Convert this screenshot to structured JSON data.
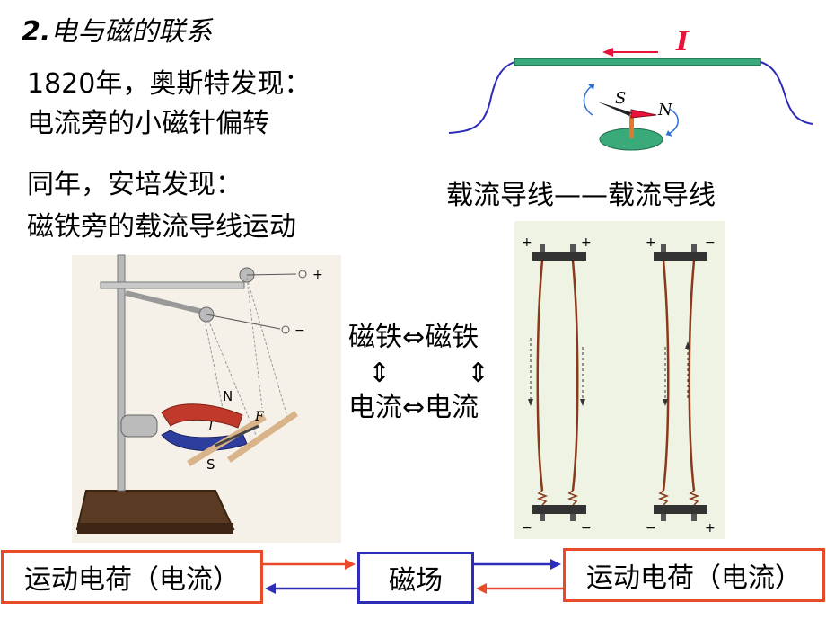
{
  "heading": {
    "number": "2.",
    "title": "电与磁的联系"
  },
  "oersted": {
    "line1": "1820年，奥斯特发现：",
    "line2": "电流旁的小磁针偏转"
  },
  "ampere": {
    "line1": "同年，安培发现：",
    "line2": "磁铁旁的载流导线运动"
  },
  "wire_caption": "载流导线——载流导线",
  "compass_figure": {
    "current_label": "I",
    "south_label": "S",
    "north_label": "N"
  },
  "apparatus_figure": {
    "plus": "+",
    "minus": "−",
    "n_label": "N",
    "s_label": "S",
    "i_label": "I",
    "f_label": "F"
  },
  "relations": {
    "row1": [
      "磁铁",
      "⇔",
      "磁铁"
    ],
    "arrows": [
      "⇕",
      "⇕"
    ],
    "row2": [
      "电流",
      "⇔",
      "电流"
    ]
  },
  "parallel_wires": {
    "left_pair": {
      "top_left": "+",
      "top_right": "+",
      "bottom_left": "−",
      "bottom_right": "−"
    },
    "right_pair": {
      "top_left": "+",
      "top_right": "−",
      "bottom_left": "−",
      "bottom_right": "+"
    }
  },
  "bottom_flow": {
    "left_box": "运动电荷（电流）",
    "center_box": "磁场",
    "right_box": "运动电荷（电流）"
  },
  "colors": {
    "red": "#e84a2a",
    "blue": "#2d2db8",
    "wire_green": "#3aaa7a",
    "accent_red": "#e8123a"
  }
}
